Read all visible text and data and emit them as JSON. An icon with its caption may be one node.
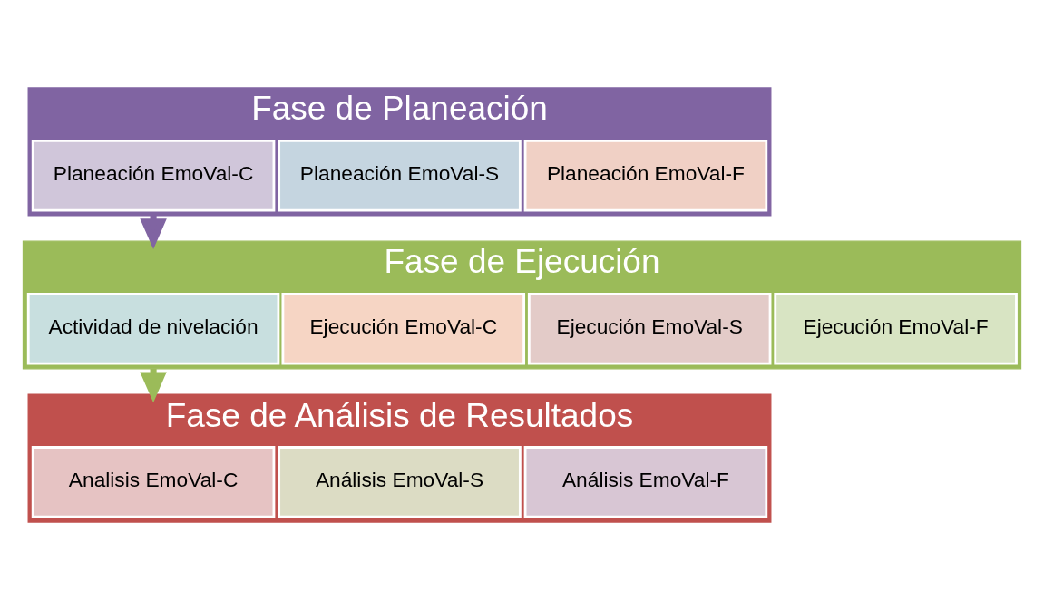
{
  "diagram": {
    "nodes": [
      {
        "text": [
          "Fase de Planeación"
        ]
      },
      {
        "text": [
          "Planeación EmoVal-C"
        ],
        "in": 0
      },
      {
        "text": [
          "Planeación EmoVal-S"
        ],
        "in": 0
      },
      {
        "text": [
          "Planeación EmoVal-F"
        ],
        "in": 0
      },
      {
        "text": [
          "Fase de Ejecución"
        ]
      },
      {
        "text": [
          "Actividad de nivelación"
        ],
        "in": 4
      },
      {
        "text": [
          "Ejecución EmoVal-C"
        ],
        "in": 4
      },
      {
        "text": [
          "Ejecución EmoVal-S"
        ],
        "in": 4
      },
      {
        "text": [
          "Ejecución EmoVal-F"
        ],
        "in": 4
      },
      {
        "text": [
          "Fase de Análisis de Resultados"
        ]
      },
      {
        "text": [
          "Analisis EmoVal-C"
        ],
        "in": 9
      },
      {
        "text": [
          "Análisis EmoVal-S"
        ],
        "in": 9
      },
      {
        "text": [
          "Análisis EmoVal-F"
        ],
        "in": 9
      }
    ],
    "edges": [
      {
        "from": 0,
        "to": 4,
        "arrow": "to",
        "color": "#8064a2"
      },
      {
        "from": 4,
        "to": 9,
        "arrow": "to",
        "color": "#9bbb59"
      }
    ]
  }
}
